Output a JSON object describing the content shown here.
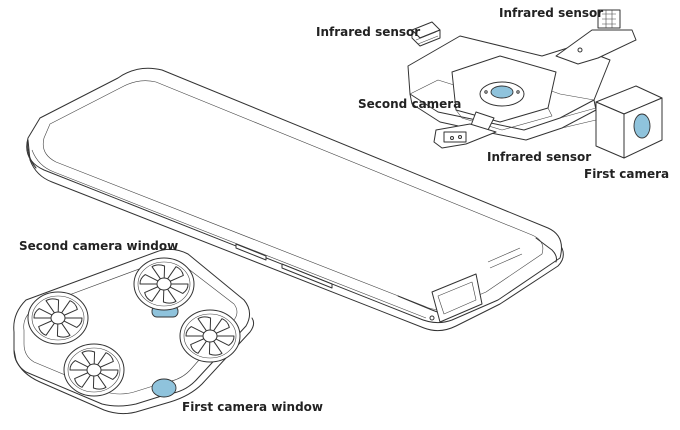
{
  "labels": {
    "infrared_sensor_left": "Infrared sensor",
    "infrared_sensor_right": "Infrared sensor",
    "second_camera": "Second camera",
    "infrared_sensor_bottom": "Infrared sensor",
    "first_camera": "First camera",
    "second_camera_window": "Second camera window",
    "first_camera_window": "First camera window"
  },
  "colors": {
    "lens_fill": "#8fc3dc",
    "line": "#333333",
    "text": "#222222"
  }
}
